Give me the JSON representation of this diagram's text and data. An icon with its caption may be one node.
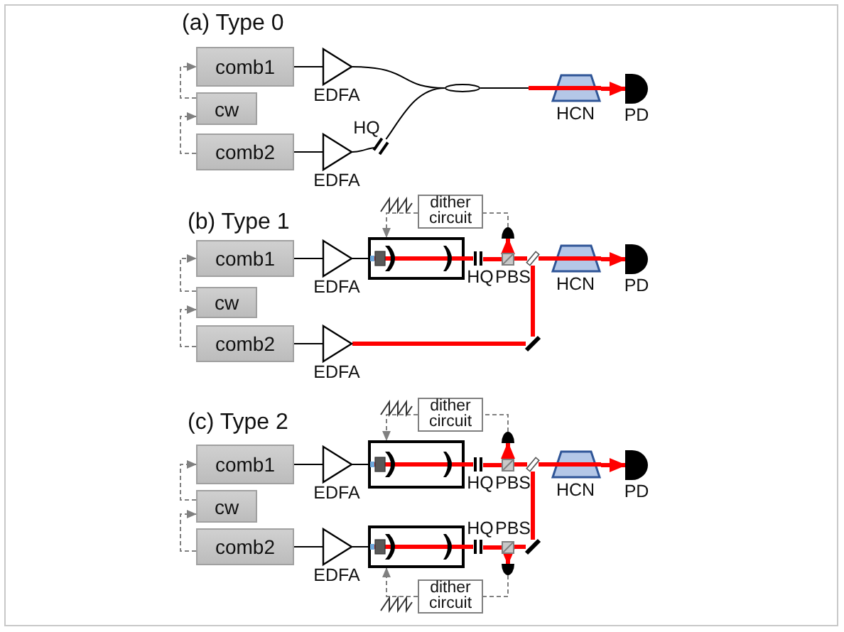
{
  "diagram": {
    "nodes": [
      {
        "text": [
          "comb1"
        ]
      },
      {
        "text": [
          "cw"
        ]
      },
      {
        "text": [
          "comb2"
        ]
      },
      {
        "text": [],
        "shape": "triangle",
        "beside": [
          "EDFA"
        ]
      },
      {
        "text": [],
        "shape": "triangle",
        "beside": [
          "EDFA"
        ]
      },
      {
        "text": [],
        "shape": "plate",
        "beside": [
          "HQ"
        ]
      },
      {
        "text": [],
        "shape": "ellipse"
      },
      {
        "text": [],
        "shape": "trapezoid",
        "beside": [
          "HCN"
        ]
      },
      {
        "text": [],
        "shape": "semicircle",
        "beside": [
          "PD"
        ]
      },
      {
        "text": [
          "comb1"
        ]
      },
      {
        "text": [
          "cw"
        ]
      },
      {
        "text": [
          "comb2"
        ]
      },
      {
        "text": [],
        "shape": "triangle",
        "beside": [
          "EDFA"
        ]
      },
      {
        "text": [],
        "shape": "triangle",
        "beside": [
          "EDFA"
        ]
      },
      {
        "text": [],
        "shape": "box"
      },
      {
        "text": [
          "dither circuit"
        ]
      },
      {
        "text": [],
        "shape": "semicircle"
      },
      {
        "text": [],
        "shape": "plate",
        "beside": [
          "HQ"
        ]
      },
      {
        "text": [],
        "shape": "cube",
        "beside": [
          "PBS"
        ]
      },
      {
        "text": [],
        "shape": "plate"
      },
      {
        "text": [],
        "shape": "bar"
      },
      {
        "text": [],
        "shape": "trapezoid",
        "beside": [
          "HCN"
        ]
      },
      {
        "text": [],
        "shape": "semicircle",
        "beside": [
          "PD"
        ]
      },
      {
        "text": [
          "comb1"
        ]
      },
      {
        "text": [
          "cw"
        ]
      },
      {
        "text": [
          "comb2"
        ]
      },
      {
        "text": [],
        "shape": "triangle",
        "beside": [
          "EDFA"
        ]
      },
      {
        "text": [],
        "shape": "triangle",
        "beside": [
          "EDFA"
        ]
      },
      {
        "text": [
          "dither circuit"
        ]
      },
      {
        "text": [],
        "shape": "box"
      },
      {
        "text": [],
        "shape": "semicircle"
      },
      {
        "text": [],
        "shape": "plate",
        "beside": [
          "HQ"
        ]
      },
      {
        "text": [],
        "shape": "cube",
        "beside": [
          "PBS"
        ]
      },
      {
        "text": [],
        "shape": "plate"
      },
      {
        "text": [],
        "shape": "trapezoid",
        "beside": [
          "HCN"
        ]
      },
      {
        "text": [],
        "shape": "semicircle",
        "beside": [
          "PD"
        ]
      },
      {
        "text": [],
        "shape": "box"
      },
      {
        "text": [],
        "shape": "plate",
        "beside": [
          "HQ"
        ]
      },
      {
        "text": [],
        "shape": "cube",
        "beside": [
          "PBS"
        ]
      },
      {
        "text": [],
        "shape": "bar"
      },
      {
        "text": [],
        "shape": "semicircle"
      },
      {
        "text": [
          "dither circuit"
        ]
      }
    ],
    "edges": [
      {
        "from": 1,
        "to": 0,
        "arrow": "to",
        "style": "dashed",
        "color": "#808080"
      },
      {
        "from": 2,
        "to": 1,
        "arrow": "to",
        "style": "dashed",
        "color": "#808080"
      },
      {
        "from": 0,
        "to": 3,
        "arrow": "none",
        "color": "#000000"
      },
      {
        "from": 2,
        "to": 4,
        "arrow": "none",
        "color": "#000000"
      },
      {
        "from": 3,
        "to": 6,
        "arrow": "none",
        "color": "#000000"
      },
      {
        "from": 4,
        "to": 5,
        "arrow": "none",
        "color": "#000000"
      },
      {
        "from": 5,
        "to": 6,
        "arrow": "none",
        "color": "#000000"
      },
      {
        "from": 6,
        "to": 7,
        "arrow": "none",
        "color": "#000000"
      },
      {
        "from": 7,
        "to": 8,
        "arrow": "to",
        "style": "thick",
        "color": "#ff0000"
      },
      {
        "from": 10,
        "to": 9,
        "arrow": "to",
        "style": "dashed",
        "color": "#808080"
      },
      {
        "from": 11,
        "to": 10,
        "arrow": "to",
        "style": "dashed",
        "color": "#808080"
      },
      {
        "from": 9,
        "to": 12,
        "arrow": "none",
        "color": "#000000"
      },
      {
        "from": 12,
        "to": 14,
        "arrow": "none",
        "color": "#000000"
      },
      {
        "from": 11,
        "to": 13,
        "arrow": "none",
        "color": "#000000"
      },
      {
        "from": 13,
        "to": 20,
        "arrow": "none",
        "style": "thick",
        "color": "#ff0000"
      },
      {
        "from": 14,
        "to": 17,
        "arrow": "none",
        "style": "thick",
        "color": "#ff0000"
      },
      {
        "from": 17,
        "to": 18,
        "arrow": "none",
        "style": "thick",
        "color": "#ff0000"
      },
      {
        "from": 18,
        "to": 19,
        "arrow": "none",
        "style": "thick",
        "color": "#ff0000"
      },
      {
        "from": 19,
        "to": 21,
        "arrow": "none",
        "style": "thick",
        "color": "#ff0000"
      },
      {
        "from": 21,
        "to": 22,
        "arrow": "to",
        "style": "thick",
        "color": "#ff0000"
      },
      {
        "from": 18,
        "to": 16,
        "arrow": "to",
        "style": "thick",
        "color": "#ff0000"
      },
      {
        "from": 16,
        "to": 15,
        "arrow": "none",
        "style": "dashed",
        "color": "#808080"
      },
      {
        "from": 15,
        "to": 14,
        "arrow": "to",
        "style": "dashed",
        "color": "#808080"
      },
      {
        "from": 20,
        "to": 19,
        "arrow": "none",
        "style": "thick",
        "color": "#ff0000"
      },
      {
        "from": 24,
        "to": 23,
        "arrow": "to",
        "style": "dashed",
        "color": "#808080"
      },
      {
        "from": 25,
        "to": 24,
        "arrow": "to",
        "style": "dashed",
        "color": "#808080"
      },
      {
        "from": 23,
        "to": 26,
        "arrow": "none",
        "color": "#000000"
      },
      {
        "from": 26,
        "to": 29,
        "arrow": "none",
        "color": "#000000"
      },
      {
        "from": 29,
        "to": 31,
        "arrow": "none",
        "style": "thick",
        "color": "#ff0000"
      },
      {
        "from": 31,
        "to": 32,
        "arrow": "none",
        "style": "thick",
        "color": "#ff0000"
      },
      {
        "from": 32,
        "to": 30,
        "arrow": "to",
        "style": "thick",
        "color": "#ff0000"
      },
      {
        "from": 30,
        "to": 28,
        "arrow": "none",
        "style": "dashed",
        "color": "#808080"
      },
      {
        "from": 28,
        "to": 29,
        "arrow": "to",
        "style": "dashed",
        "color": "#808080"
      },
      {
        "from": 32,
        "to": 33,
        "arrow": "none",
        "style": "thick",
        "color": "#ff0000"
      },
      {
        "from": 33,
        "to": 34,
        "arrow": "none",
        "style": "thick",
        "color": "#ff0000"
      },
      {
        "from": 34,
        "to": 35,
        "arrow": "to",
        "style": "thick",
        "color": "#ff0000"
      },
      {
        "from": 25,
        "to": 27,
        "arrow": "none",
        "color": "#000000"
      },
      {
        "from": 27,
        "to": 36,
        "arrow": "none",
        "color": "#000000"
      },
      {
        "from": 36,
        "to": 37,
        "arrow": "none",
        "style": "thick",
        "color": "#ff0000"
      },
      {
        "from": 37,
        "to": 38,
        "arrow": "none",
        "style": "thick",
        "color": "#ff0000"
      },
      {
        "from": 38,
        "to": 40,
        "arrow": "to",
        "style": "thick",
        "color": "#ff0000"
      },
      {
        "from": 40,
        "to": 41,
        "arrow": "none",
        "style": "dashed",
        "color": "#808080"
      },
      {
        "from": 41,
        "to": 36,
        "arrow": "to",
        "style": "dashed",
        "color": "#808080"
      },
      {
        "from": 38,
        "to": 39,
        "arrow": "none",
        "style": "thick",
        "color": "#ff0000"
      },
      {
        "from": 39,
        "to": 33,
        "arrow": "none",
        "style": "thick",
        "color": "#ff0000"
      }
    ],
    "labels": [
      "(a) Type 0",
      "(b) Type 1",
      "(c) Type 2"
    ]
  }
}
